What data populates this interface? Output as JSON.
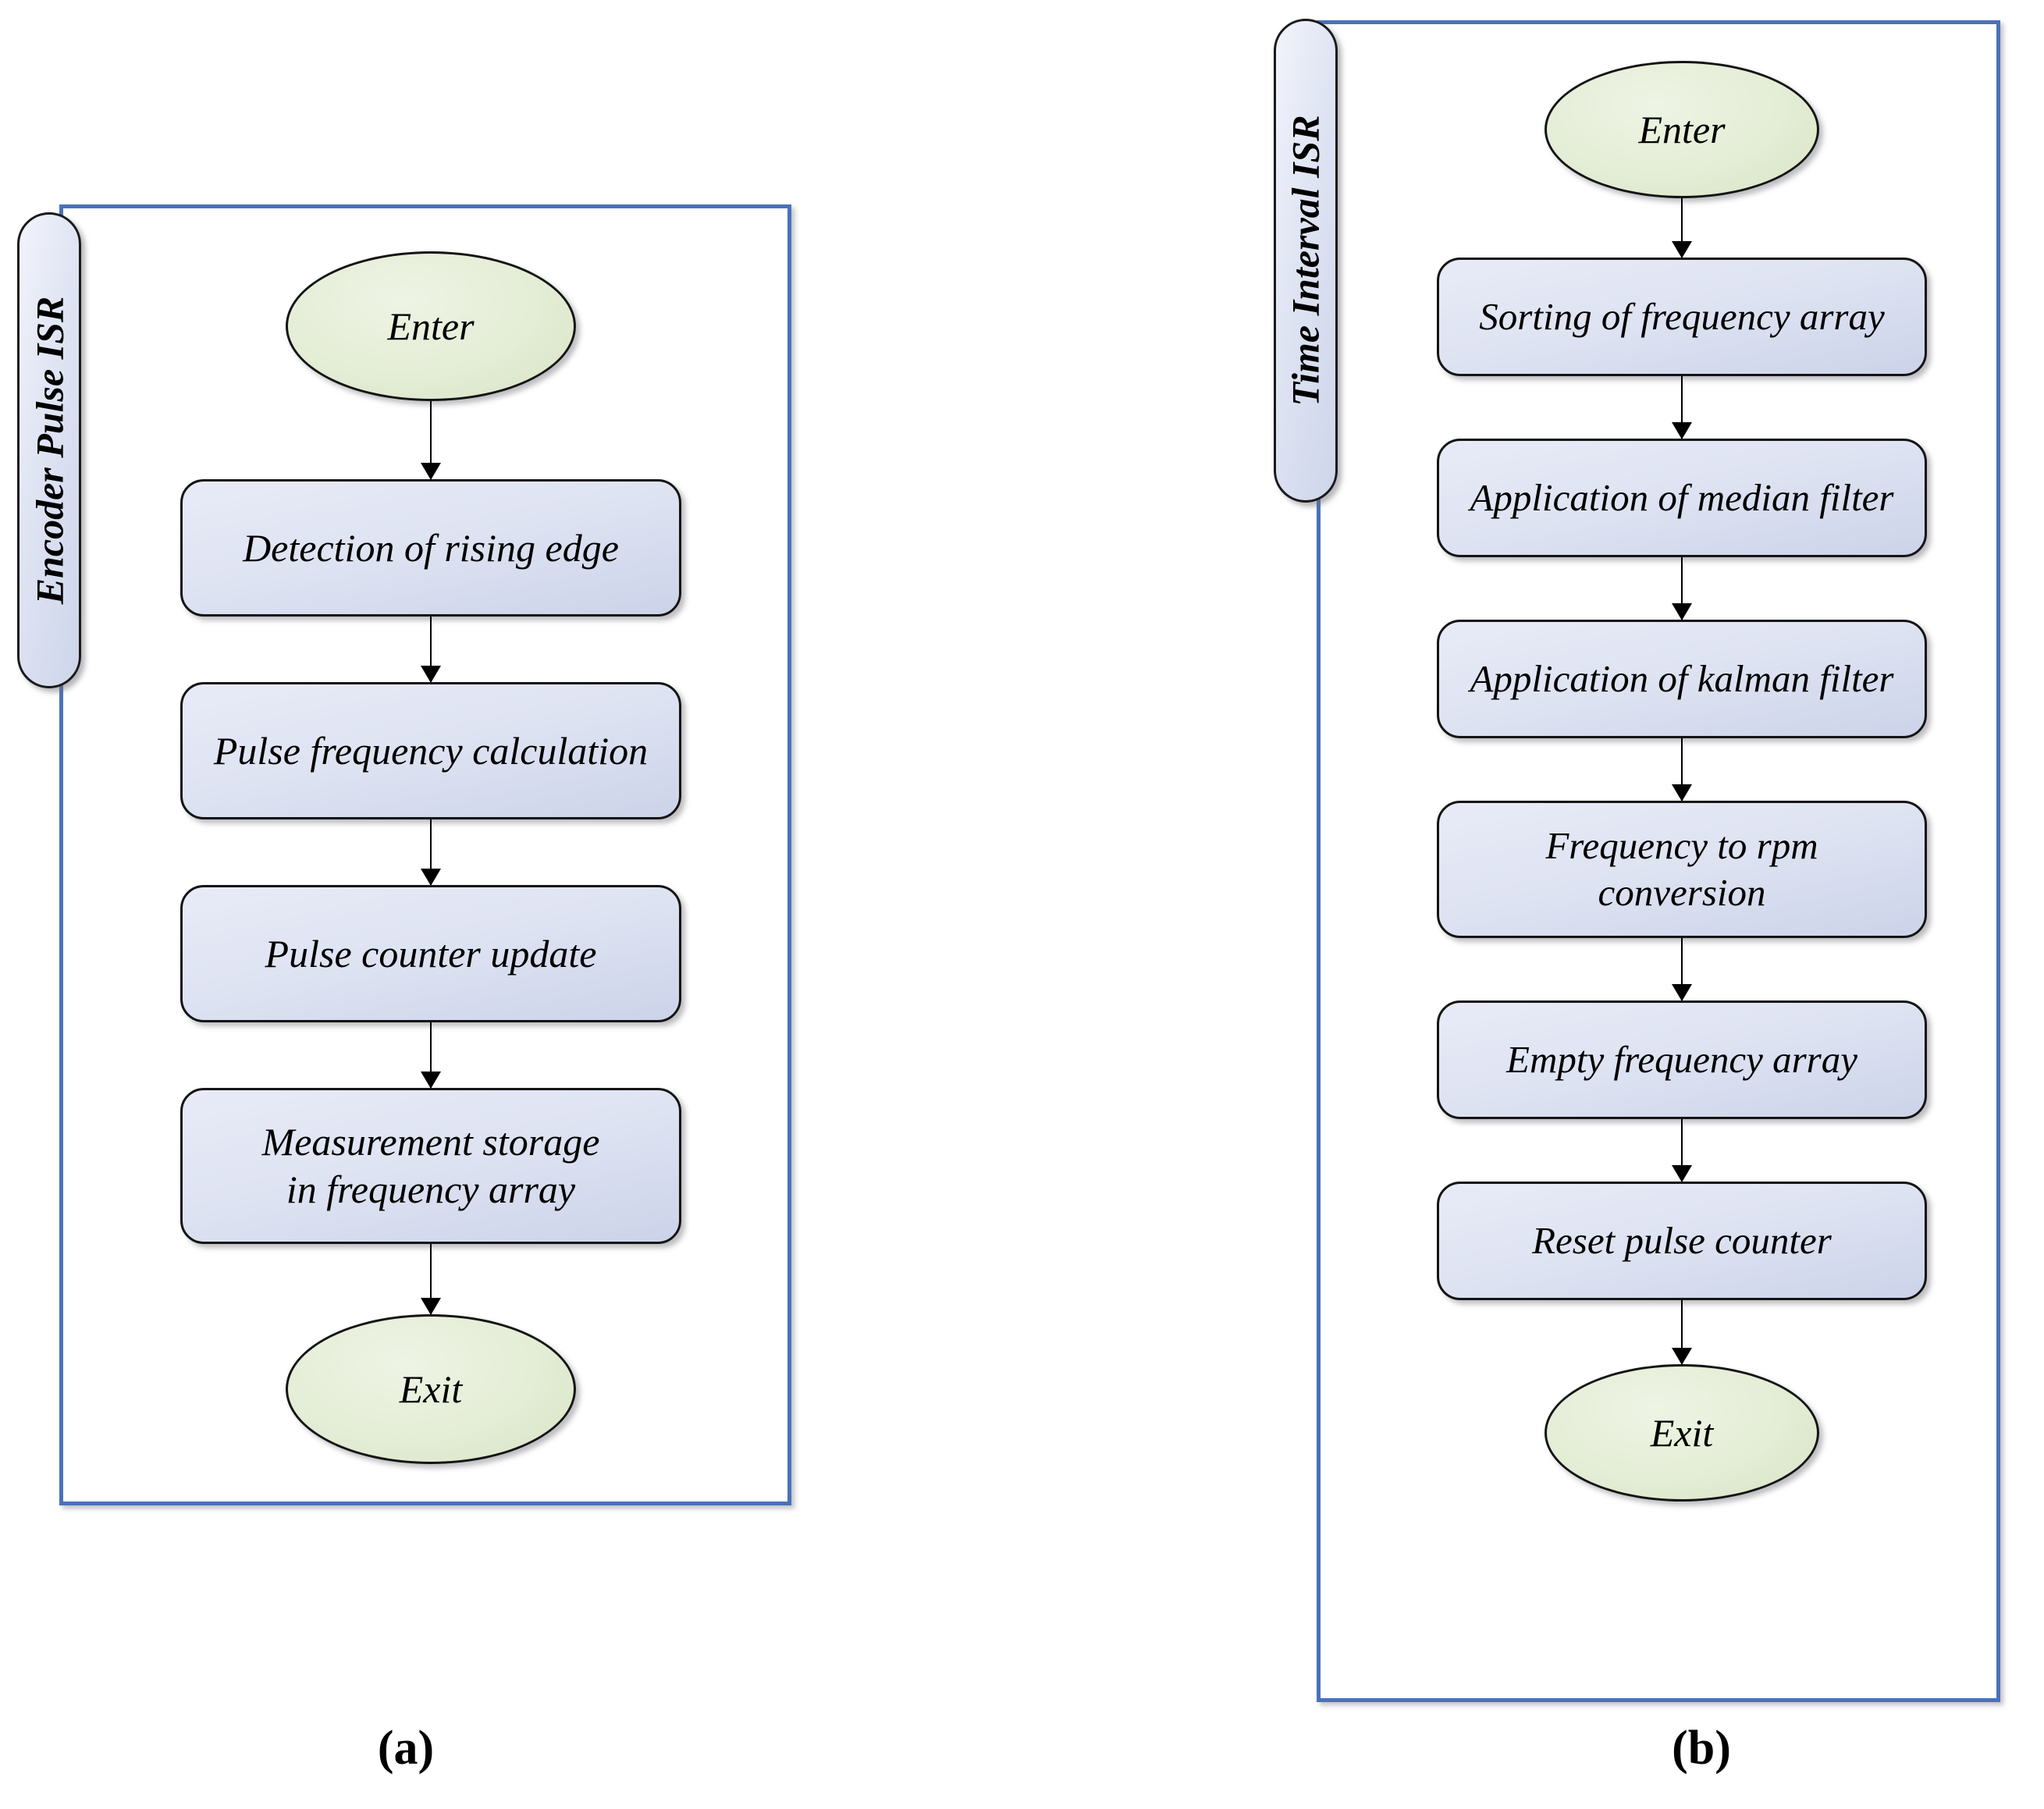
{
  "figure": {
    "panels": [
      {
        "id": "a",
        "caption": "(a)",
        "side_tab_label": "Encoder Pulse ISR",
        "nodes": [
          {
            "type": "terminal",
            "label": "Enter"
          },
          {
            "type": "process",
            "label": "Detection of rising edge"
          },
          {
            "type": "process",
            "label": "Pulse frequency calculation"
          },
          {
            "type": "process",
            "label": "Pulse counter update"
          },
          {
            "type": "process",
            "label": "Measurement storage in frequency array"
          },
          {
            "type": "terminal",
            "label": "Exit"
          }
        ]
      },
      {
        "id": "b",
        "caption": "(b)",
        "side_tab_label": "Time Interval ISR",
        "nodes": [
          {
            "type": "terminal",
            "label": "Enter"
          },
          {
            "type": "process",
            "label": "Sorting of  frequency array"
          },
          {
            "type": "process",
            "label": "Application of median filter"
          },
          {
            "type": "process",
            "label": "Application of kalman filter"
          },
          {
            "type": "process",
            "label": "Frequency to rpm conversion"
          },
          {
            "type": "process",
            "label": "Empty frequency array"
          },
          {
            "type": "process",
            "label": "Reset pulse counter"
          },
          {
            "type": "terminal",
            "label": "Exit"
          }
        ]
      }
    ]
  },
  "colors": {
    "panel_border": "#4a72b8",
    "process_fill": "#dee3f2",
    "terminal_fill": "#e4edd6",
    "shape_stroke": "#141414",
    "connector": "#000000",
    "text": "#000000",
    "background": "#ffffff"
  },
  "labels": {
    "panel_a_nodes": {
      "enter": "Enter",
      "n1": "Detection of rising edge",
      "n2": "Pulse frequency calculation",
      "n3": "Pulse counter update",
      "n4_line1": "Measurement storage",
      "n4_line2": "in frequency array",
      "exit": "Exit"
    },
    "panel_b_nodes": {
      "enter": "Enter",
      "n1": "Sorting of  frequency array",
      "n2": "Application of median filter",
      "n3": "Application of kalman filter",
      "n4_line1": "Frequency to rpm",
      "n4_line2": "conversion",
      "n5": "Empty frequency array",
      "n6": "Reset pulse counter",
      "exit": "Exit"
    },
    "tab_a": "Encoder Pulse ISR",
    "tab_b": "Time Interval ISR",
    "caption_a": "(a)",
    "caption_b": "(b)"
  }
}
